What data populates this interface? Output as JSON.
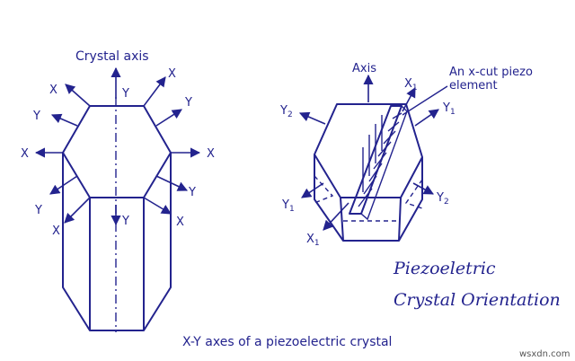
{
  "left_diagram": {
    "crystal_axis_label": "Crystal axis",
    "y_top": "Y",
    "y_mid": "Y",
    "x_upper_left": "X",
    "x_upper_right": "X",
    "y_upper_left": "Y",
    "y_upper_right": "Y",
    "x_left": "X",
    "x_right": "X",
    "y_lower_left": "Y",
    "y_lower_right": "Y",
    "x_lower_left": "X",
    "x_lower_right": "X",
    "caption": "X-Y axes of a piezoelectric crystal"
  },
  "right_diagram": {
    "axis_label": "Axis",
    "element_label_line1": "An x-cut piezo",
    "element_label_line2": "element",
    "x1_top": "X",
    "x1_top_sub": "1",
    "y2_left": "Y",
    "y2_left_sub": "2",
    "y1_right": "Y",
    "y1_right_sub": "1",
    "y1_lower_left": "Y",
    "y1_lower_left_sub": "1",
    "y2_lower_right": "Y",
    "y2_lower_right_sub": "2",
    "x1_bottom": "X",
    "x1_bottom_sub": "1"
  },
  "title": {
    "line1": "Piezoeletric",
    "line2": "Crystal Orientation"
  },
  "watermark": "wsxdn.com",
  "colors": {
    "ink": "#23238e",
    "background": "#ffffff"
  }
}
